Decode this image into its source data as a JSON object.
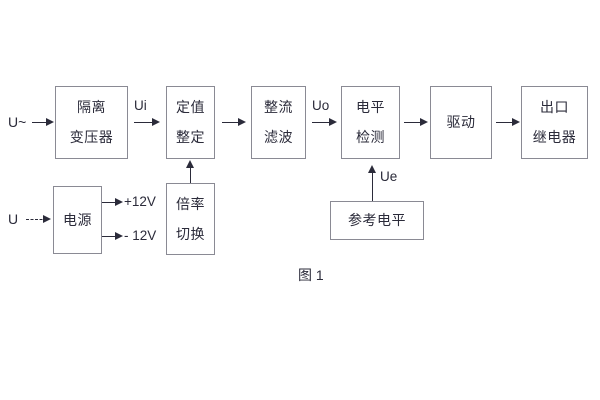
{
  "figure": {
    "caption": "图 1",
    "line_color": "#2b2b3a",
    "box_border_color": "#8a8a94",
    "background": "#ffffff"
  },
  "blocks": {
    "isolation_transformer": {
      "line1": "隔离",
      "line2": "变压器"
    },
    "setting_value": {
      "line1": "定值",
      "line2": "整定"
    },
    "rectify_filter": {
      "line1": "整流",
      "line2": "滤波"
    },
    "level_detect": {
      "line1": "电平",
      "line2": "检测"
    },
    "drive": {
      "line1": "驱动"
    },
    "output_relay": {
      "line1": "出口",
      "line2": "继电器"
    },
    "power_supply": {
      "line1": "电源"
    },
    "multiplier_switch": {
      "line1": "倍率",
      "line2": "切换"
    },
    "reference_level": {
      "line1": "参考电平"
    }
  },
  "labels": {
    "input_ac": "U~",
    "input_dc": "U",
    "ui": "Ui",
    "uo": "Uo",
    "ue": "Ue",
    "plus12v": "+12V",
    "minus12v": "- 12V"
  }
}
